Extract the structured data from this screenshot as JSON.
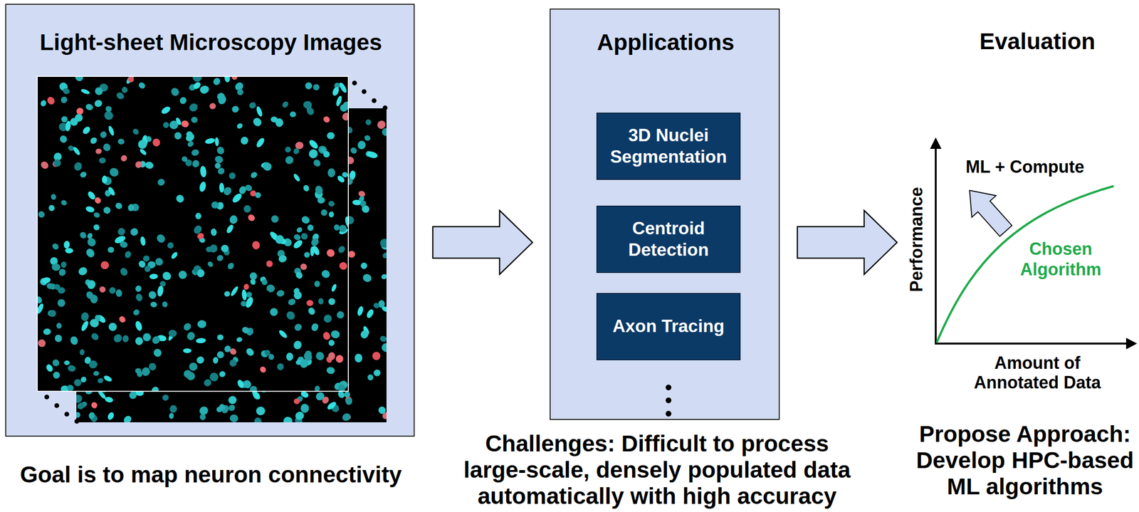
{
  "diagram": {
    "nodes": [
      {
        "text": [
          "Light-sheet Microscopy Images",
          "Goal is to map neuron connectivity"
        ]
      },
      {
        "text": [
          "Applications",
          "Challenges: Difficult to process large-scale, densely populated data automatically with high accuracy"
        ]
      },
      {
        "text": [
          "3D Nuclei Segmentation"
        ],
        "in": 1
      },
      {
        "text": [
          "Centroid Detection"
        ],
        "in": 1
      },
      {
        "text": [
          "Axon Tracing"
        ],
        "in": 1
      },
      {
        "text": [
          "Evaluation",
          "Propose Approach: Develop HPC-based ML algorithms"
        ]
      }
    ],
    "edges": [
      {
        "from": 0,
        "to": 1,
        "arrow": "to"
      },
      {
        "from": 1,
        "to": 5,
        "arrow": "to"
      }
    ],
    "labels": [
      "ML + Compute",
      "Chosen Algorithm",
      "Performance",
      "Amount of Annotated Data"
    ]
  }
}
